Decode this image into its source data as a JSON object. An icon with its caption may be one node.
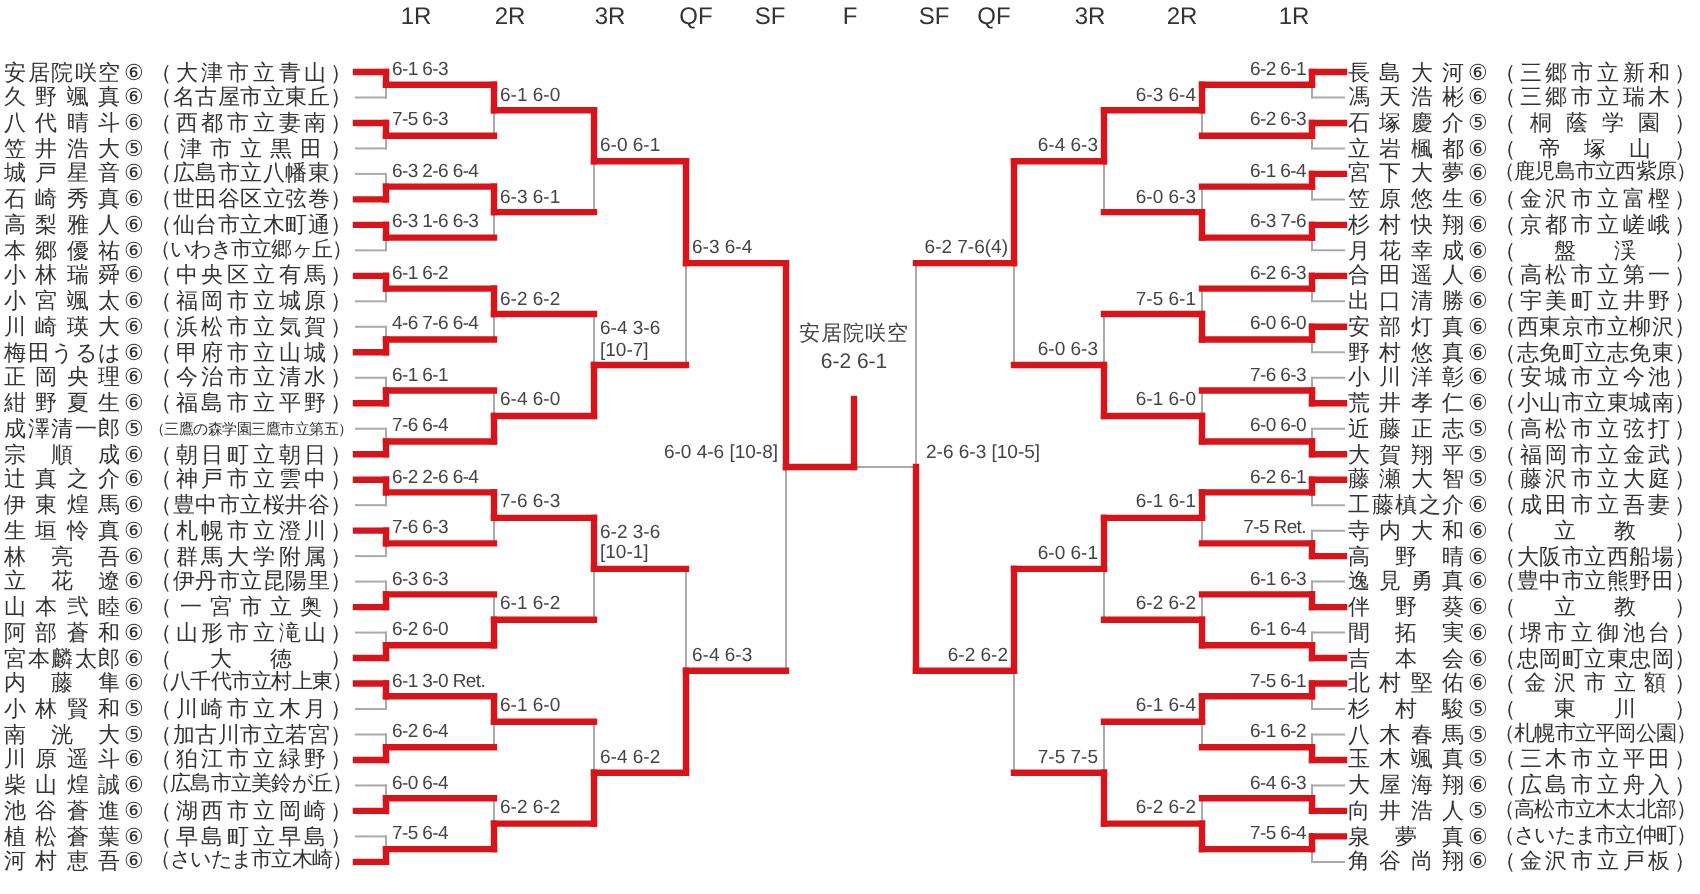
{
  "diagram": {
    "nodes": [
      {
        "text": [
          "安居院咲空",
          "⑥",
          "（大津市立青山）"
        ]
      },
      {
        "text": [
          "久野颯真",
          "⑥",
          "（名古屋市立東丘）"
        ]
      },
      {
        "text": [
          "八代晴斗",
          "⑥",
          "（西都市立妻南）"
        ]
      },
      {
        "text": [
          "笠井浩大",
          "⑤",
          "（津市立黒田）"
        ]
      },
      {
        "text": [
          "城戸星音",
          "⑥",
          "（広島市立八幡東）"
        ]
      },
      {
        "text": [
          "石崎秀真",
          "⑥",
          "（世田谷区立弦巻）"
        ]
      },
      {
        "text": [
          "高梨雅人",
          "⑥",
          "（仙台市立木町通）"
        ]
      },
      {
        "text": [
          "本郷優祐",
          "⑥",
          "（いわき市立郷ヶ丘）"
        ]
      },
      {
        "text": [
          "小林瑞舜",
          "⑥",
          "（中央区立有馬）"
        ]
      },
      {
        "text": [
          "小宮颯太",
          "⑥",
          "（福岡市立城原）"
        ]
      },
      {
        "text": [
          "川崎瑛大",
          "⑥",
          "（浜松市立気賀）"
        ]
      },
      {
        "text": [
          "梅田うるは",
          "⑥",
          "（甲府市立山城）"
        ]
      },
      {
        "text": [
          "正岡央理",
          "⑥",
          "（今治市立清水）"
        ]
      },
      {
        "text": [
          "紺野夏生",
          "⑥",
          "（福島市立平野）"
        ]
      },
      {
        "text": [
          "成澤清一郎",
          "⑤",
          "（三鷹の森学園三鷹市立第五）"
        ]
      },
      {
        "text": [
          "宗順成",
          "⑥",
          "（朝日町立朝日）"
        ]
      },
      {
        "text": [
          "辻真之介",
          "⑥",
          "（神戸市立雲中）"
        ]
      },
      {
        "text": [
          "伊東煌馬",
          "⑥",
          "（豊中市立桜井谷）"
        ]
      },
      {
        "text": [
          "生垣怜真",
          "⑥",
          "（札幌市立澄川）"
        ]
      },
      {
        "text": [
          "林亮吾",
          "⑥",
          "（群馬大学附属）"
        ]
      },
      {
        "text": [
          "立花遼",
          "⑥",
          "（伊丹市立昆陽里）"
        ]
      },
      {
        "text": [
          "山本弐睦",
          "⑥",
          "（一宮市立奥）"
        ]
      },
      {
        "text": [
          "阿部蒼和",
          "⑥",
          "（山形市立滝山）"
        ]
      },
      {
        "text": [
          "宮本麟太郎",
          "⑥",
          "（大徳）"
        ]
      },
      {
        "text": [
          "内藤隼",
          "⑥",
          "（八千代市立村上東）"
        ]
      },
      {
        "text": [
          "小林賢和",
          "⑤",
          "（川崎市立木月）"
        ]
      },
      {
        "text": [
          "南洸大",
          "⑤",
          "（加古川市立若宮）"
        ]
      },
      {
        "text": [
          "川原遥斗",
          "⑥",
          "（狛江市立緑野）"
        ]
      },
      {
        "text": [
          "柴山煌誠",
          "⑥",
          "（広島市立美鈴が丘）"
        ]
      },
      {
        "text": [
          "池谷蒼進",
          "⑥",
          "（湖西市立岡崎）"
        ]
      },
      {
        "text": [
          "植松蒼葉",
          "⑥",
          "（早島町立早島）"
        ]
      },
      {
        "text": [
          "河村恵吾",
          "⑥",
          "（さいたま市立木崎）"
        ]
      },
      {
        "text": [
          "長島大河",
          "⑥",
          "（三郷市立新和）"
        ]
      },
      {
        "text": [
          "馮天浩彬",
          "⑥",
          "（三郷市立瑞木）"
        ]
      },
      {
        "text": [
          "石塚慶介",
          "⑤",
          "（桐蔭学園）"
        ]
      },
      {
        "text": [
          "立岩楓都",
          "⑥",
          "（帝塚山）"
        ]
      },
      {
        "text": [
          "宮下大夢",
          "⑥",
          "（鹿児島市立西紫原）"
        ]
      },
      {
        "text": [
          "笠原悠生",
          "⑥",
          "（金沢市立富樫）"
        ]
      },
      {
        "text": [
          "杉村快翔",
          "⑥",
          "（京都市立嵯峨）"
        ]
      },
      {
        "text": [
          "月花幸成",
          "⑥",
          "（盤渓）"
        ]
      },
      {
        "text": [
          "合田遥人",
          "⑥",
          "（高松市立第一）"
        ]
      },
      {
        "text": [
          "出口清勝",
          "⑥",
          "（宇美町立井野）"
        ]
      },
      {
        "text": [
          "安部灯真",
          "⑥",
          "（西東京市立柳沢）"
        ]
      },
      {
        "text": [
          "野村悠真",
          "⑥",
          "（志免町立志免東）"
        ]
      },
      {
        "text": [
          "小川洋彰",
          "⑥",
          "（安城市立今池）"
        ]
      },
      {
        "text": [
          "荒井孝仁",
          "⑥",
          "（小山市立東城南）"
        ]
      },
      {
        "text": [
          "近藤正志",
          "⑤",
          "（高松市立弦打）"
        ]
      },
      {
        "text": [
          "大賀翔平",
          "⑤",
          "（福岡市立金武）"
        ]
      },
      {
        "text": [
          "藤瀬大智",
          "⑤",
          "（藤沢市立大庭）"
        ]
      },
      {
        "text": [
          "工藤槙之介",
          "⑥",
          "（成田市立吾妻）"
        ]
      },
      {
        "text": [
          "寺内大和",
          "⑥",
          "（立教）"
        ]
      },
      {
        "text": [
          "高野晴",
          "⑥",
          "（大阪市立西船場）"
        ]
      },
      {
        "text": [
          "逸見勇真",
          "⑥",
          "（豊中市立熊野田）"
        ]
      },
      {
        "text": [
          "伴野葵",
          "⑥",
          "（立教）"
        ]
      },
      {
        "text": [
          "間拓実",
          "⑥",
          "（堺市立御池台）"
        ]
      },
      {
        "text": [
          "吉本会",
          "⑥",
          "（忠岡町立東忠岡）"
        ]
      },
      {
        "text": [
          "北村堅佑",
          "⑥",
          "（金沢市立額）"
        ]
      },
      {
        "text": [
          "杉村駿",
          "⑤",
          "（東川）"
        ]
      },
      {
        "text": [
          "八木春馬",
          "⑤",
          "（札幌市立平岡公園）"
        ]
      },
      {
        "text": [
          "玉木颯真",
          "⑤",
          "（三木市立平田）"
        ]
      },
      {
        "text": [
          "大屋海翔",
          "⑥",
          "（広島市立舟入）"
        ]
      },
      {
        "text": [
          "向井浩人",
          "⑤",
          "（高松市立木太北部）"
        ]
      },
      {
        "text": [
          "泉夢真",
          "⑥",
          "（さいたま市立仲町）"
        ]
      },
      {
        "text": [
          "角谷尚翔",
          "⑥",
          "（金沢市立戸板）"
        ]
      }
    ],
    "labels": [
      "1R",
      "2R",
      "3R",
      "QF",
      "SF",
      "F",
      "SF",
      "QF",
      "3R",
      "2R",
      "1R",
      "6-1 6-3",
      "7-5 6-3",
      "6-3 2-6 6-4",
      "6-3 1-6 6-3",
      "6-1 6-2",
      "4-6 7-6 6-4",
      "6-1 6-1",
      "7-6 6-4",
      "6-2 2-6 6-4",
      "7-6 6-3",
      "6-3 6-3",
      "6-2 6-0",
      "6-1 3-0 Ret.",
      "6-2 6-4",
      "6-0 6-4",
      "7-5 6-4",
      "6-1 6-0",
      "6-3 6-1",
      "6-2 6-2",
      "6-4 6-0",
      "7-6 6-3",
      "6-1 6-2",
      "6-1 6-0",
      "6-2 6-2",
      "6-0 6-1",
      "6-4 3-6 [10-7]",
      "6-2 3-6 [10-1]",
      "6-4 6-2",
      "6-3 6-4",
      "6-4 6-3",
      "6-0 4-6 [10-8]",
      "安居院咲空",
      "6-2 6-1",
      "2-6 6-3 [10-5]",
      "6-2 7-6(4)",
      "6-2 6-2",
      "6-4 6-3",
      "6-0 6-3",
      "6-0 6-1",
      "7-5 7-5",
      "6-3 6-4",
      "6-0 6-3",
      "7-5 6-1",
      "6-1 6-0",
      "6-1 6-1",
      "6-2 6-2",
      "6-1 6-4",
      "6-2 6-2",
      "6-2 6-1",
      "6-2 6-3",
      "6-1 6-4",
      "6-3 7-6",
      "6-2 6-3",
      "6-0 6-0",
      "7-6 6-3",
      "6-0 6-0",
      "6-2 6-1",
      "7-5 Ret.",
      "6-1 6-3",
      "6-1 6-4",
      "7-5 6-1",
      "6-1 6-2",
      "6-4 6-3",
      "7-5 6-4"
    ]
  }
}
